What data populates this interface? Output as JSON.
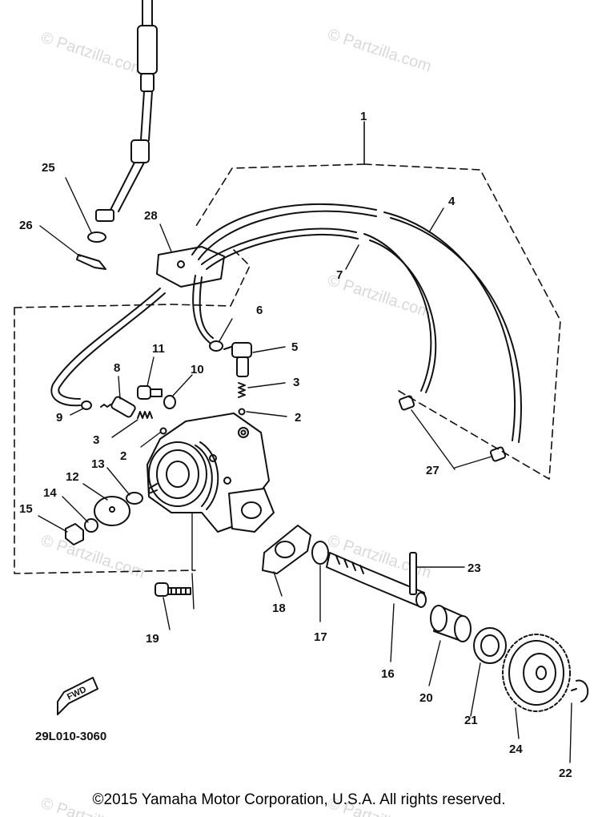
{
  "watermark": "© Partzilla.com",
  "diagram_code": "29L010-3060",
  "fwd_label": "FWD",
  "copyright": "©2015  Yamaha Motor Corporation, U.S.A. All rights reserved.",
  "callouts": {
    "c1": "1",
    "c2a": "2",
    "c2b": "2",
    "c3a": "3",
    "c3b": "3",
    "c4": "4",
    "c5": "5",
    "c6": "6",
    "c7": "7",
    "c8": "8",
    "c9": "9",
    "c10": "10",
    "c11": "11",
    "c12": "12",
    "c13": "13",
    "c14": "14",
    "c15": "15",
    "c16": "16",
    "c17": "17",
    "c18": "18",
    "c19": "19",
    "c20": "20",
    "c21": "21",
    "c22": "22",
    "c23": "23",
    "c24": "24",
    "c25": "25",
    "c26": "26",
    "c27": "27",
    "c28": "28"
  },
  "colors": {
    "line": "#111111",
    "watermark": "#d9d9d9",
    "background": "#ffffff"
  }
}
